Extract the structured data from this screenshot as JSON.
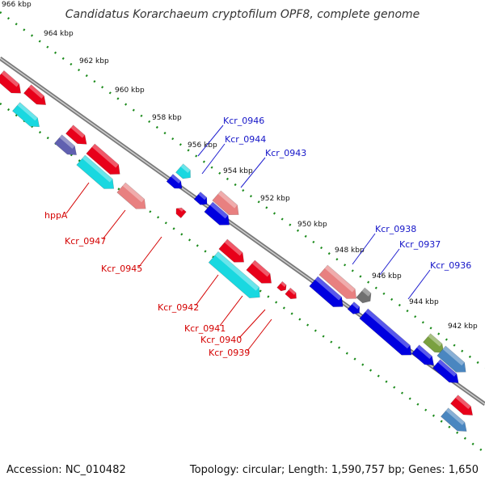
{
  "title": "Candidatus Korarchaeum cryptofilum OPF8, complete genome",
  "footer": {
    "accession": "Accession: NC_010482",
    "summary": "Topology: circular; Length: 1,590,757 bp; Genes: 1,650"
  },
  "ruler_labels": [
    "966 kbp",
    "964 kbp",
    "962 kbp",
    "960 kbp",
    "958 kbp",
    "956 kbp",
    "954 kbp",
    "952 kbp",
    "950 kbp",
    "948 kbp",
    "946 kbp",
    "944 kbp",
    "942 kbp"
  ],
  "gene_labels_forward": [
    "Kcr_0946",
    "Kcr_0944",
    "Kcr_0943",
    "Kcr_0938",
    "Kcr_0937",
    "Kcr_0936"
  ],
  "gene_labels_reverse": [
    "hppA",
    "Kcr_0947",
    "Kcr_0945",
    "Kcr_0942",
    "Kcr_0941",
    "Kcr_0940",
    "Kcr_0939"
  ],
  "colors": {
    "reverse_cds": "#e8001a",
    "forward_cds": "#0000e0",
    "rna": "#19d8e0",
    "pseudo": "#e88080",
    "backbone": "#7a7a7a",
    "ruler": "#1a8a1a"
  }
}
